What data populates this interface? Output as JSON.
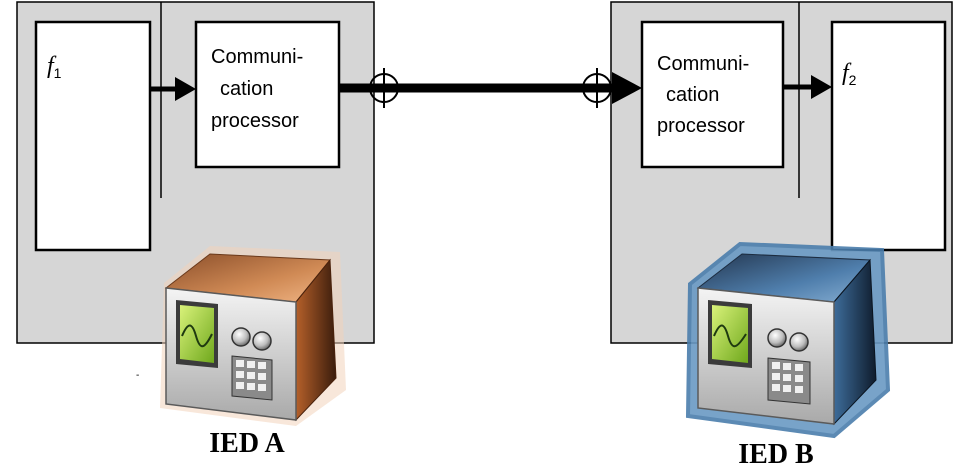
{
  "ied_a": {
    "function_label": "f",
    "function_subscript": "1",
    "processor_lines": [
      "Communi-",
      "cation",
      "processor"
    ],
    "caption": "IED A"
  },
  "ied_b": {
    "function_label": "f",
    "function_subscript": "2",
    "processor_lines": [
      "Communi-",
      "cation",
      "processor"
    ],
    "caption": "IED B"
  },
  "device_icons": {
    "a": "orange-test-device-icon",
    "b": "blue-test-device-icon"
  },
  "colors": {
    "panel_fill": "#d6d6d6",
    "device_a_accent": "#c8723a",
    "device_b_accent": "#3d6c9a",
    "screen_green": "#a6d43a"
  }
}
